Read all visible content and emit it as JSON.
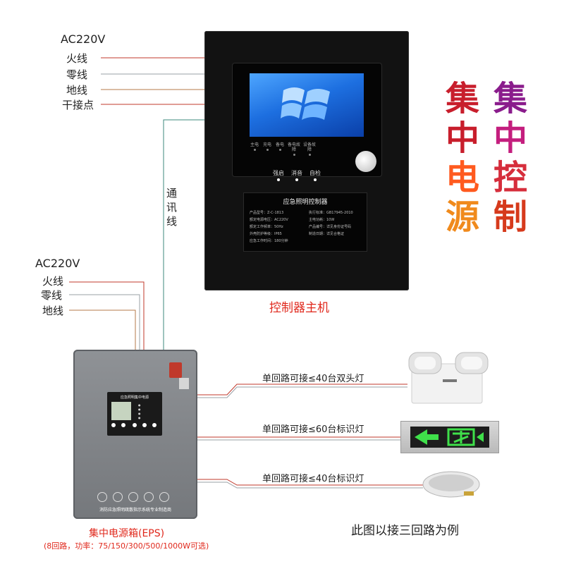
{
  "top_supply": {
    "header": "AC220V",
    "wires": [
      "火线",
      "零线",
      "地线",
      "干接点"
    ]
  },
  "comm_line_label": "通讯线",
  "eps_supply": {
    "header": "AC220V",
    "wires": [
      "火线",
      "零线",
      "地线"
    ]
  },
  "controller": {
    "caption": "控制器主机",
    "indicators": [
      "主电",
      "充电",
      "备电",
      "备电故障",
      "设备故障"
    ],
    "buttons": [
      "强启",
      "消音",
      "自检"
    ],
    "nameplate": {
      "title": "应急照明控制器",
      "left_rows": [
        "产品型号：Z-C-1813",
        "额定电源电压：AC220V",
        "额定工作频率：50Hz",
        "外壳防护等级：IP65",
        "应急工作时间：180分钟"
      ],
      "right_rows": [
        "执行标准：GB17945-2010",
        "主电功耗：10W",
        "产品编号：详见身份证号码",
        "制造日期：详见合格证"
      ]
    }
  },
  "vertical_titles": {
    "col1": [
      "集",
      "中",
      "电",
      "源"
    ],
    "col2": [
      "集",
      "中",
      "控",
      "制"
    ]
  },
  "colors": {
    "col1": [
      "#c81e2c",
      "#c81e2c",
      "#ff5a1f",
      "#f08a1c"
    ],
    "col2": [
      "#8a1c8c",
      "#c41e7e",
      "#d62e3c",
      "#d63a1c"
    ],
    "caption_red": "#e0281c",
    "wire_red": "#c0392b",
    "wire_grey": "#9aa0a6",
    "wire_brown": "#b4784a",
    "wire_green": "#3e8a7c"
  },
  "eps": {
    "caption": "集中电源箱(EPS)",
    "spec": "(8回路，功率：75/150/300/500/1000W可选)",
    "display_title": "应急照明集中电源",
    "bottom_text": "消防应急照明疏散指示系统专业制造商"
  },
  "circuits": [
    {
      "label": "单回路可接≤40台双头灯",
      "lamp_icon": "twin-head-emergency-lamp-icon"
    },
    {
      "label": "单回路可接≤60台标识灯",
      "lamp_icon": "exit-sign-lamp-icon"
    },
    {
      "label": "单回路可接≤40台标识灯",
      "lamp_icon": "oval-bulkhead-lamp-icon"
    }
  ],
  "example_note": "此图以接三回路为例"
}
